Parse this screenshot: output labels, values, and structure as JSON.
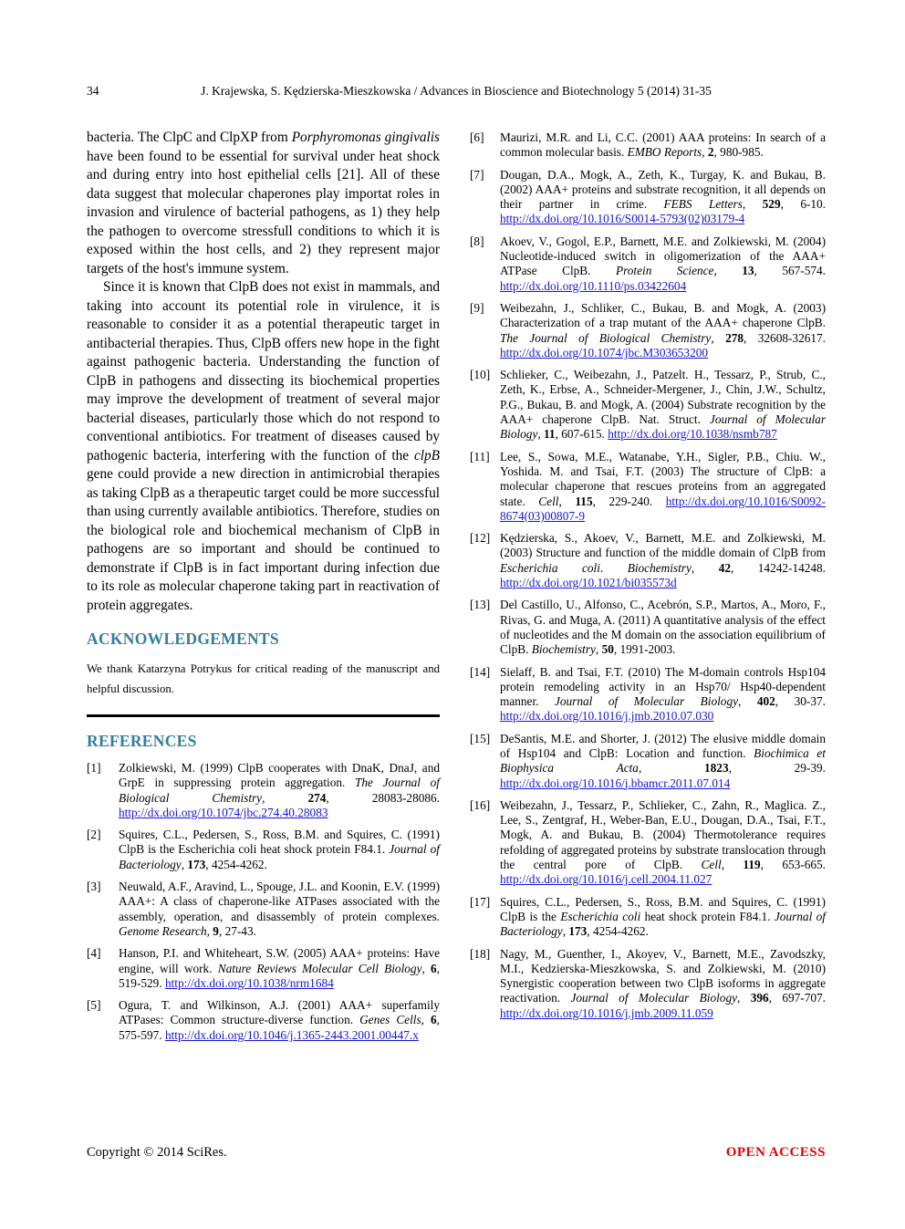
{
  "colors": {
    "heading_accent": "#337e9c",
    "link_blue": "#1616cf",
    "open_access_red": "#e60000",
    "rule_black": "#000000"
  },
  "header": {
    "page_number": "34",
    "running_title": "J. Krajewska, S. Kędzierska-Mieszkowska / Advances in Bioscience and Biotechnology 5 (2014) 31-35"
  },
  "body": {
    "paragraphs": [
      {
        "segments": [
          {
            "text": "bacteria. The ClpC and ClpXP from "
          },
          {
            "text": "Porphyromonas gingivalis",
            "style": "italic"
          },
          {
            "text": " have been found to be essential for survival under heat shock and during entry into host epithelial cells [21]. All of these data suggest that molecular chaperones play importat roles in invasion and virulence of bacterial pathogens, as 1) they help the pathogen to overcome stressfull conditions to which it is exposed within the host cells, and 2) they represent major targets of the host's immune system."
          }
        ]
      },
      {
        "segments": [
          {
            "text": "Since it is known that ClpB does not exist in mammals, and taking into account its potential role in virulence, it is reasonable to consider it as a potential therapeutic target in antibacterial therapies. Thus, ClpB offers new hope in the fight against pathogenic bacteria. Understanding the function of ClpB in pathogens and dissecting its biochemical properties may improve the development of treatment of several major bacterial diseases, particularly those which do not respond to conventional antibiotics. For treatment of diseases caused by pathogenic bacteria, interfering with the function of the "
          },
          {
            "text": "clpB",
            "style": "italic"
          },
          {
            "text": " gene could provide a new direction in antimicrobial therapies as taking ClpB as a therapeutic target could be more successful than using currently available antibiotics. Therefore, studies on the biological role and biochemical mechanism of ClpB in pathogens are so important and should be continued to demonstrate if ClpB is in fact important during infection due to its role as molecular chaperone taking part in reactivation of protein aggregates."
          }
        ]
      }
    ]
  },
  "acknowledgements": {
    "heading": "ACKNOWLEDGEMENTS",
    "text": "We thank Katarzyna Potrykus for critical reading of the manuscript and helpful discussion."
  },
  "references_section": {
    "heading": "REFERENCES"
  },
  "references_left": [
    {
      "num": "[1]",
      "segments": [
        {
          "text": "Zolkiewski, M. (1999) ClpB cooperates with DnaK, DnaJ, and GrpE in suppressing protein aggregation. "
        },
        {
          "text": "The Journal of Biological Chemistry",
          "style": "italic"
        },
        {
          "text": ", "
        },
        {
          "text": "274",
          "style": "bold"
        },
        {
          "text": ", 28083-28086. "
        },
        {
          "text": "http://dx.doi.org/10.1074/jbc.274.40.28083",
          "style": "link"
        }
      ]
    },
    {
      "num": "[2]",
      "segments": [
        {
          "text": "Squires, C.L., Pedersen, S., Ross, B.M. and Squires, C. (1991) ClpB is the Escherichia coli heat shock protein F84.1. "
        },
        {
          "text": "Journal of Bacteriology",
          "style": "italic"
        },
        {
          "text": ", "
        },
        {
          "text": "173",
          "style": "bold"
        },
        {
          "text": ", 4254-4262."
        }
      ]
    },
    {
      "num": "[3]",
      "segments": [
        {
          "text": "Neuwald, A.F., Aravind, L., Spouge, J.L. and Koonin, E.V. (1999) AAA+: A class of chaperone-like ATPases associated with the assembly, operation, and disassembly of protein complexes. "
        },
        {
          "text": "Genome Research",
          "style": "italic"
        },
        {
          "text": ", "
        },
        {
          "text": "9",
          "style": "bold"
        },
        {
          "text": ", 27-43."
        }
      ]
    },
    {
      "num": "[4]",
      "segments": [
        {
          "text": "Hanson, P.I. and Whiteheart, S.W. (2005) AAA+ proteins: Have engine, will work. "
        },
        {
          "text": "Nature Reviews Molecular Cell Biology",
          "style": "italic"
        },
        {
          "text": ", "
        },
        {
          "text": "6",
          "style": "bold"
        },
        {
          "text": ", 519-529. "
        },
        {
          "text": "http://dx.doi.org/10.1038/nrm1684",
          "style": "link"
        }
      ]
    },
    {
      "num": "[5]",
      "segments": [
        {
          "text": "Ogura, T. and Wilkinson, A.J. (2001) AAA+ superfamily ATPases: Common structure-diverse function. "
        },
        {
          "text": "Genes Cells",
          "style": "italic"
        },
        {
          "text": ", "
        },
        {
          "text": "6",
          "style": "bold"
        },
        {
          "text": ", 575-597. "
        },
        {
          "text": "http://dx.doi.org/10.1046/j.1365-2443.2001.00447.x",
          "style": "link"
        }
      ]
    }
  ],
  "references_right": [
    {
      "num": "[6]",
      "segments": [
        {
          "text": "Maurizi, M.R. and Li, C.C. (2001) AAA proteins: In search of a common molecular basis. "
        },
        {
          "text": "EMBO Reports",
          "style": "italic"
        },
        {
          "text": ", "
        },
        {
          "text": "2",
          "style": "bold"
        },
        {
          "text": ", 980-985."
        }
      ]
    },
    {
      "num": "[7]",
      "segments": [
        {
          "text": "Dougan, D.A., Mogk, A., Zeth, K., Turgay, K. and Bukau, B. (2002) AAA+ proteins and substrate recognition, it all depends on their partner in crime. "
        },
        {
          "text": "FEBS Letters",
          "style": "italic"
        },
        {
          "text": ", "
        },
        {
          "text": "529",
          "style": "bold"
        },
        {
          "text": ", 6-10. "
        },
        {
          "text": "http://dx.doi.org/10.1016/S0014-5793(02)03179-4",
          "style": "link"
        }
      ]
    },
    {
      "num": "[8]",
      "segments": [
        {
          "text": "Akoev, V., Gogol, E.P., Barnett, M.E. and Zolkiewski, M. (2004) Nucleotide-induced switch in oligomerization of the AAA+ ATPase ClpB. "
        },
        {
          "text": "Protein Science",
          "style": "italic"
        },
        {
          "text": ", "
        },
        {
          "text": "13",
          "style": "bold"
        },
        {
          "text": ", 567-574. "
        },
        {
          "text": "http://dx.doi.org/10.1110/ps.03422604",
          "style": "link"
        }
      ]
    },
    {
      "num": "[9]",
      "segments": [
        {
          "text": "Weibezahn, J., Schliker, C., Bukau, B. and Mogk, A. (2003) Characterization of a trap mutant of the AAA+ chaperone ClpB. "
        },
        {
          "text": "The Journal of Biological Chemistry",
          "style": "italic"
        },
        {
          "text": ", "
        },
        {
          "text": "278",
          "style": "bold"
        },
        {
          "text": ", 32608-32617. "
        },
        {
          "text": "http://dx.doi.org/10.1074/jbc.M303653200",
          "style": "link"
        }
      ]
    },
    {
      "num": "[10]",
      "segments": [
        {
          "text": "Schlieker, C., Weibezahn, J., Patzelt. H., Tessarz, P., Strub, C., Zeth, K., Erbse, A., Schneider-Mergener, J., Chin, J.W., Schultz, P.G., Bukau, B. and Mogk, A. (2004) Substrate recognition by the AAA+ chaperone ClpB. Nat. Struct. "
        },
        {
          "text": "Journal of Molecular Biology",
          "style": "italic"
        },
        {
          "text": ", "
        },
        {
          "text": "11",
          "style": "bold"
        },
        {
          "text": ", 607-615. "
        },
        {
          "text": "http://dx.doi.org/10.1038/nsmb787",
          "style": "link"
        }
      ]
    },
    {
      "num": "[11]",
      "segments": [
        {
          "text": "Lee, S., Sowa, M.E., Watanabe, Y.H., Sigler, P.B., Chiu. W., Yoshida. M. and Tsai, F.T. (2003) The structure of ClpB: a molecular chaperone that rescues proteins from an aggregated state. "
        },
        {
          "text": "Cell",
          "style": "italic"
        },
        {
          "text": ", "
        },
        {
          "text": "115",
          "style": "bold"
        },
        {
          "text": ", 229-240. "
        },
        {
          "text": "http://dx.doi.org/10.1016/S0092-8674(03)00807-9",
          "style": "link"
        }
      ]
    },
    {
      "num": "[12]",
      "segments": [
        {
          "text": "Kędzierska, S., Akoev, V., Barnett, M.E. and Zolkiewski, M. (2003) Structure and function of the middle domain of ClpB from "
        },
        {
          "text": "Escherichia coli",
          "style": "italic"
        },
        {
          "text": ". "
        },
        {
          "text": "Biochemistry",
          "style": "italic"
        },
        {
          "text": ", "
        },
        {
          "text": "42",
          "style": "bold"
        },
        {
          "text": ", 14242-14248. "
        },
        {
          "text": "http://dx.doi.org/10.1021/bi035573d",
          "style": "link"
        }
      ]
    },
    {
      "num": "[13]",
      "segments": [
        {
          "text": "Del Castillo, U., Alfonso, C., Acebrón, S.P., Martos, A., Moro, F., Rivas, G. and Muga, A. (2011) A quantitative analysis of the effect of nucleotides and the M domain on the association equilibrium of ClpB. "
        },
        {
          "text": "Biochemistry",
          "style": "italic"
        },
        {
          "text": ", "
        },
        {
          "text": "50",
          "style": "bold"
        },
        {
          "text": ", 1991-2003."
        }
      ]
    },
    {
      "num": "[14]",
      "segments": [
        {
          "text": "Sielaff, B. and Tsai, F.T. (2010) The M-domain controls Hsp104 protein remodeling activity in an Hsp70/ Hsp40-dependent manner. "
        },
        {
          "text": "Journal of Molecular Biology",
          "style": "italic"
        },
        {
          "text": ", "
        },
        {
          "text": "402",
          "style": "bold"
        },
        {
          "text": ", 30-37. "
        },
        {
          "text": "http://dx.doi.org/10.1016/j.jmb.2010.07.030",
          "style": "link"
        }
      ]
    },
    {
      "num": "[15]",
      "segments": [
        {
          "text": "DeSantis, M.E. and Shorter, J. (2012) The elusive middle domain of Hsp104 and ClpB: Location and function. "
        },
        {
          "text": "Biochimica et Biophysica Acta",
          "style": "italic"
        },
        {
          "text": ", "
        },
        {
          "text": "1823",
          "style": "bold"
        },
        {
          "text": ", 29-39. "
        },
        {
          "text": "http://dx.doi.org/10.1016/j.bbamcr.2011.07.014",
          "style": "link"
        }
      ]
    },
    {
      "num": "[16]",
      "segments": [
        {
          "text": "Weibezahn, J., Tessarz, P., Schlieker, C., Zahn, R., Maglica. Z., Lee, S., Zentgraf, H., Weber-Ban, E.U., Dougan, D.A., Tsai, F.T., Mogk, A. and Bukau, B. (2004) Thermotolerance requires refolding of aggregated proteins by substrate translocation through the central pore of ClpB. "
        },
        {
          "text": "Cell",
          "style": "italic"
        },
        {
          "text": ", "
        },
        {
          "text": "119",
          "style": "bold"
        },
        {
          "text": ", 653-665. "
        },
        {
          "text": "http://dx.doi.org/10.1016/j.cell.2004.11.027",
          "style": "link"
        }
      ]
    },
    {
      "num": "[17]",
      "segments": [
        {
          "text": "Squires, C.L., Pedersen, S., Ross, B.M. and Squires, C. (1991) ClpB is the "
        },
        {
          "text": "Escherichia coli",
          "style": "italic"
        },
        {
          "text": " heat shock protein F84.1. "
        },
        {
          "text": "Journal of Bacteriology",
          "style": "italic"
        },
        {
          "text": ", "
        },
        {
          "text": "173",
          "style": "bold"
        },
        {
          "text": ", 4254-4262."
        }
      ]
    },
    {
      "num": "[18]",
      "segments": [
        {
          "text": "Nagy, M., Guenther, I., Akoyev, V., Barnett, M.E., Zavodszky, M.I., Kedzierska-Mieszkowska, S. and Zolkiewski, M. (2010) Synergistic cooperation between two ClpB isoforms in aggregate reactivation. "
        },
        {
          "text": "Journal of Molecular Biology",
          "style": "italic"
        },
        {
          "text": ", "
        },
        {
          "text": "396",
          "style": "bold"
        },
        {
          "text": ", 697-707. "
        },
        {
          "text": "http://dx.doi.org/10.1016/j.jmb.2009.11.059",
          "style": "link"
        }
      ]
    }
  ],
  "footer": {
    "copyright": "Copyright © 2014 SciRes.",
    "open_access": "OPEN ACCESS"
  }
}
